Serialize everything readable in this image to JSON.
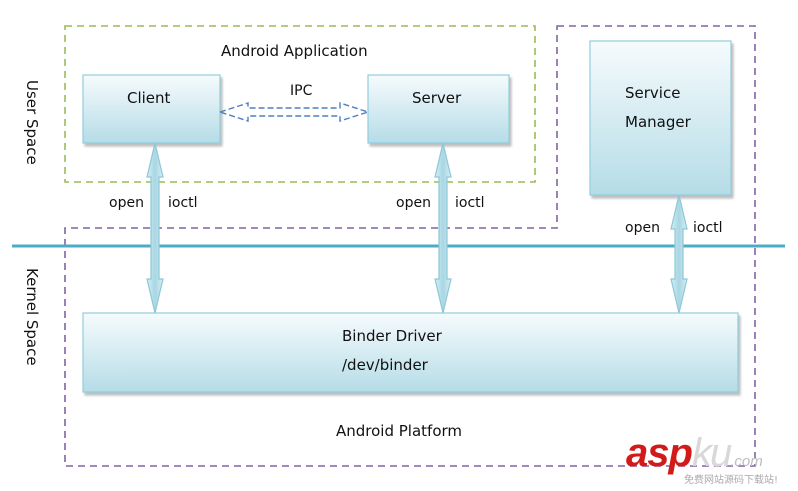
{
  "diagram": {
    "regions": {
      "user_space": "User  Space",
      "kernel_space": "Kernel  Space"
    },
    "android_application": {
      "title": "Android Application",
      "client": "Client",
      "server": "Server",
      "ipc_label": "IPC"
    },
    "service_manager": {
      "line1": "Service",
      "line2": "Manager"
    },
    "binder_driver": {
      "line1": "Binder Driver",
      "line2": "/dev/binder"
    },
    "platform_label": "Android Platform",
    "arrows": [
      {
        "from": "Client",
        "to": "Binder Driver",
        "left_label": "open",
        "right_label": "ioctl"
      },
      {
        "from": "Server",
        "to": "Binder Driver",
        "left_label": "open",
        "right_label": "ioctl"
      },
      {
        "from": "Service Manager",
        "to": "Binder Driver",
        "left_label": "open",
        "right_label": "ioctl"
      }
    ],
    "colors": {
      "app_border": "#9bbb59",
      "platform_border": "#8064a2",
      "divider": "#4bacc6",
      "box_top": "#f4fafc",
      "box_bottom": "#b7dde8",
      "box_border": "#93cddd",
      "ipc_arrow": "#4f81bd"
    }
  },
  "watermark": {
    "brand_red": "asp",
    "brand_gray": "ku",
    "suffix": ".com",
    "tagline": "免费网站源码下载站!"
  }
}
